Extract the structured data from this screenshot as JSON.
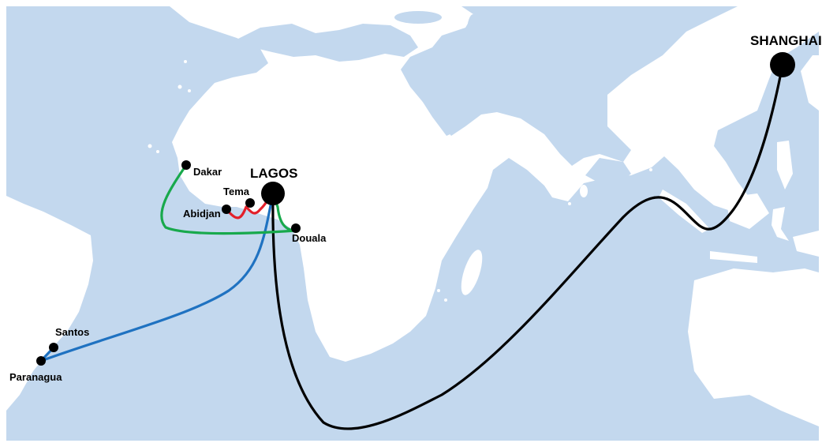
{
  "colors": {
    "sea": "#c3d8ee",
    "land": "#ffffff",
    "port": "#000000",
    "route_asia": "#000000",
    "route_brazil": "#1f72c1",
    "route_west_africa_north": "#18a94c",
    "route_west_africa_local": "#e3202a"
  },
  "ports": {
    "shanghai": "SHANGHAI",
    "lagos": "LAGOS",
    "dakar": "Dakar",
    "tema": "Tema",
    "abidjan": "Abidjan",
    "douala": "Douala",
    "santos": "Santos",
    "paranagua": "Paranagua"
  },
  "routes": [
    {
      "id": "lagos-shanghai",
      "color": "#000000"
    },
    {
      "id": "lagos-santos-paranagua",
      "color": "#1f72c1"
    },
    {
      "id": "lagos-dakar-douala",
      "color": "#18a94c"
    },
    {
      "id": "lagos-tema-abidjan",
      "color": "#e3202a"
    }
  ]
}
